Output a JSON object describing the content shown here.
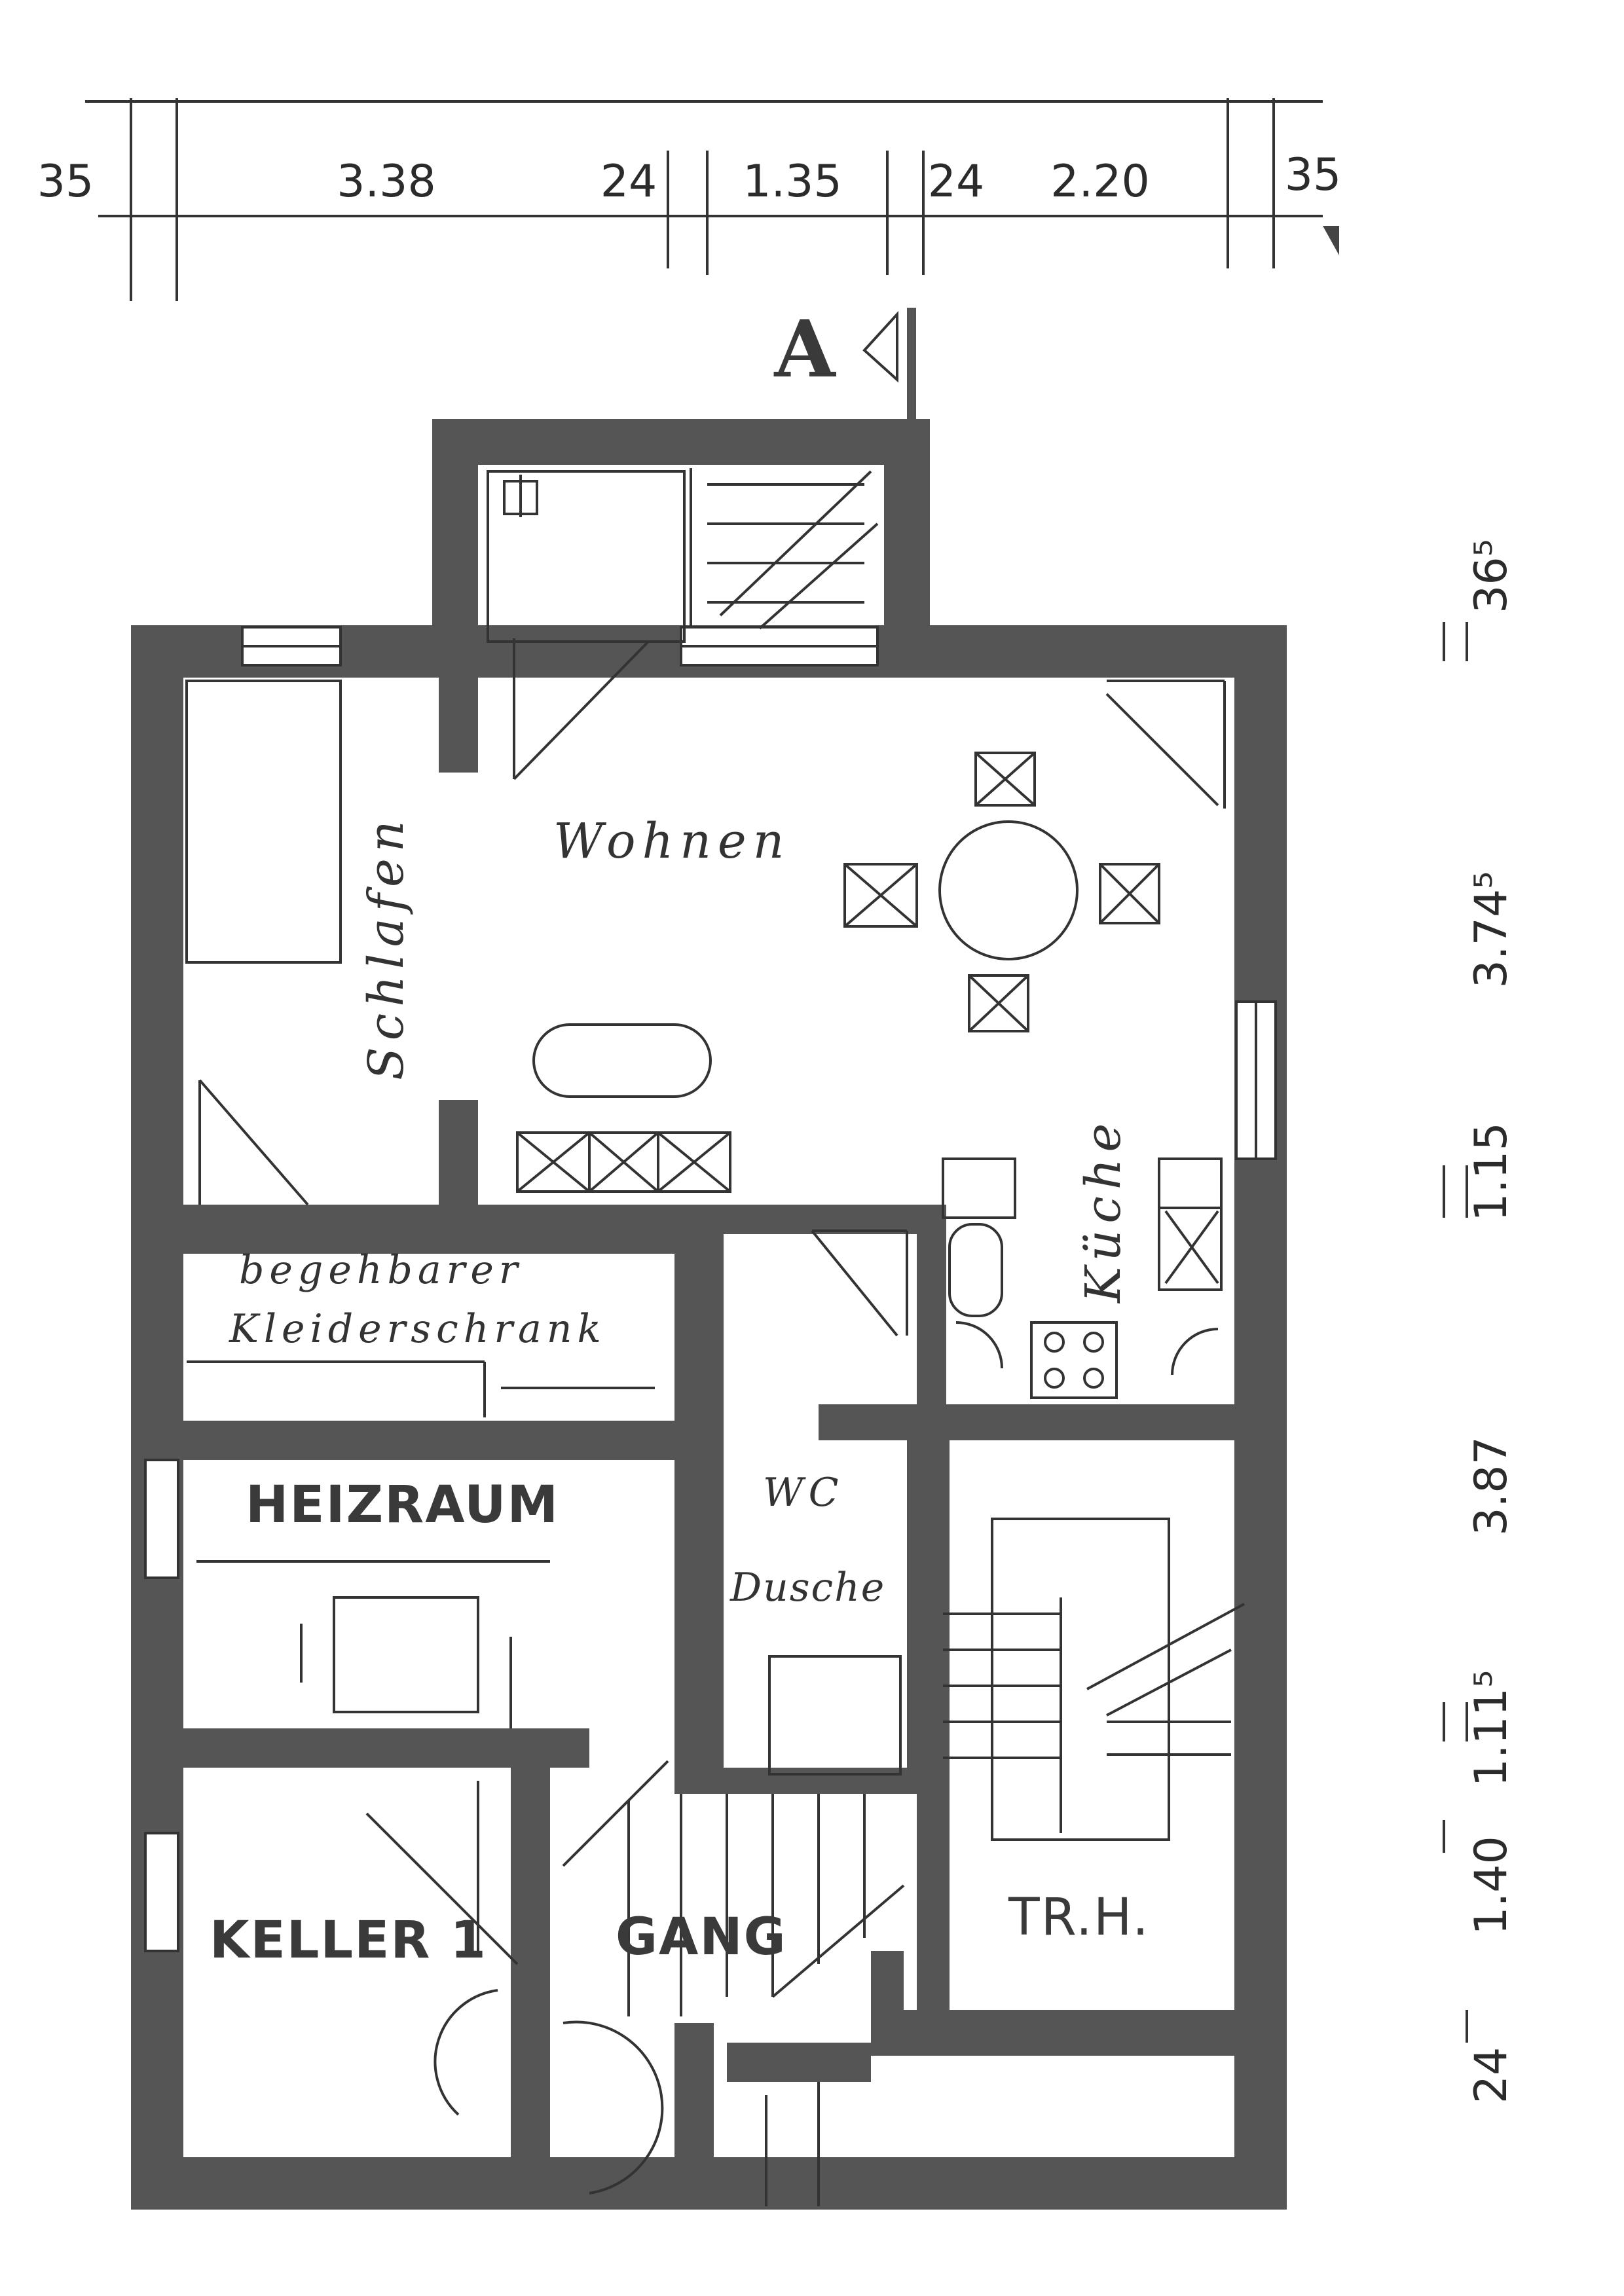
{
  "top_dimensions": [
    "35",
    "3.38",
    "24",
    "1.35",
    "24",
    "2.20",
    "35"
  ],
  "right_dimensions": [
    "36⁵",
    "3.74⁵",
    "1.15",
    "3.87",
    "1.11⁵",
    "1.40",
    "24"
  ],
  "section_marker": "A",
  "rooms": {
    "wohnen": "Wohnen",
    "schlafen": "Schlafen",
    "kueche": "Küche",
    "kleiderschrank_line1": "begehbarer",
    "kleiderschrank_line2": "Kleiderschrank",
    "heizraum": "HEIZRAUM",
    "wc": "WC",
    "dusche": "Dusche",
    "keller": "KELLER 1",
    "gang": "GANG",
    "trh": "TR.H."
  },
  "colors": {
    "wall": "#555555",
    "ink": "#333333",
    "paper": "#ffffff"
  }
}
